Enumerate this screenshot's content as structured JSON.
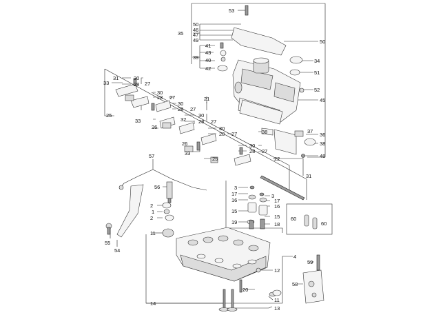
{
  "diagram": {
    "callouts": [
      "53",
      "50",
      "46",
      "47",
      "49",
      "35",
      "50",
      "41",
      "43",
      "40",
      "39",
      "42",
      "34",
      "51",
      "52",
      "31",
      "30",
      "28",
      "33",
      "27",
      "30",
      "28",
      "27",
      "21",
      "30",
      "28",
      "27",
      "25",
      "26",
      "33",
      "32",
      "30",
      "28",
      "27",
      "30",
      "28",
      "27",
      "38",
      "37",
      "36",
      "38",
      "45",
      "26",
      "33",
      "30",
      "28",
      "27",
      "25",
      "22",
      "48",
      "57",
      "31",
      "56",
      "3",
      "17",
      "16",
      "15",
      "19",
      "3",
      "17",
      "16",
      "15",
      "18",
      "2",
      "1",
      "2",
      "60",
      "60",
      "11",
      "55",
      "54",
      "4",
      "59",
      "12",
      "58",
      "20",
      "11",
      "14",
      "13"
    ]
  }
}
